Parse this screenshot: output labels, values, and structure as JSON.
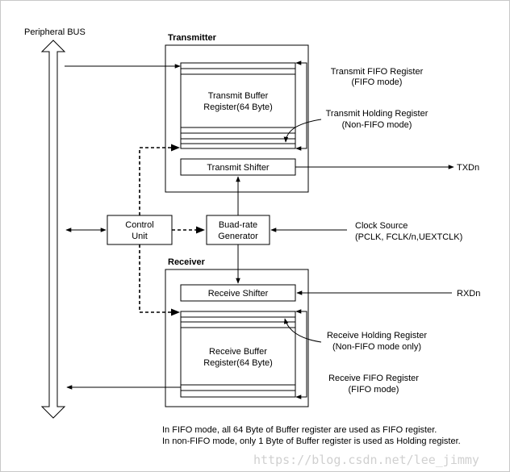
{
  "bus": {
    "label": "Peripheral BUS"
  },
  "transmitter": {
    "title": "Transmitter",
    "buffer_line1": "Transmit Buffer",
    "buffer_line2": "Register(64 Byte)",
    "shifter": "Transmit Shifter",
    "fifo_reg_line1": "Transmit FIFO Register",
    "fifo_reg_line2": "(FIFO mode)",
    "holding_reg_line1": "Transmit Holding Register",
    "holding_reg_line2": "(Non-FIFO mode)",
    "output": "TXDn"
  },
  "control": {
    "line1": "Control",
    "line2": "Unit"
  },
  "baud": {
    "line1": "Buad-rate",
    "line2": "Generator"
  },
  "clock": {
    "line1": "Clock Source",
    "line2": "(PCLK, FCLK/n,UEXTCLK)"
  },
  "receiver": {
    "title": "Receiver",
    "shifter": "Receive Shifter",
    "input": "RXDn",
    "buffer_line1": "Receive Buffer",
    "buffer_line2": "Register(64 Byte)",
    "holding_reg_line1": "Receive Holding Register",
    "holding_reg_line2": "(Non-FIFO mode only)",
    "fifo_reg_line1": "Receive FIFO Register",
    "fifo_reg_line2": "(FIFO mode)"
  },
  "notes": {
    "line1": "In FIFO mode, all 64 Byte of Buffer register are used as FIFO register.",
    "line2": "In non-FIFO mode, only 1 Byte of Buffer register is used as Holding register."
  },
  "watermark": "https://blog.csdn.net/lee_jimmy"
}
